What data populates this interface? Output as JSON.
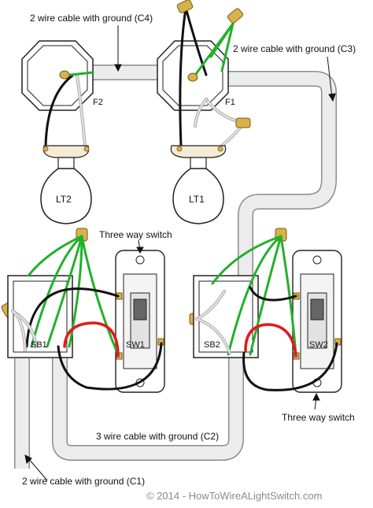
{
  "labels": {
    "cable_c4": "2 wire cable with ground (C4)",
    "cable_c3": "2 wire cable with ground (C3)",
    "cable_c2": "3 wire cable with ground (C2)",
    "cable_c1": "2 wire cable with ground (C1)",
    "fixture_f2": "F2",
    "fixture_f1": "F1",
    "light_lt2": "LT2",
    "light_lt1": "LT1",
    "switch_top_label": "Three way switch",
    "switch_bottom_label": "Three way switch",
    "box_sb1": "SB1",
    "box_sb2": "SB2",
    "switch_sw1": "SW1",
    "switch_sw2": "SW2"
  },
  "credit": "© 2014 - HowToWireALightSwitch.com",
  "colors": {
    "wire_hot": "#111111",
    "wire_neutral": "#cfcfcf",
    "wire_ground": "#22b02a",
    "wire_traveler": "#e01b1b",
    "connector": "#d8b24a",
    "conduit_fill": "#e9e9e9",
    "conduit_outline": "#8c8c8c"
  }
}
